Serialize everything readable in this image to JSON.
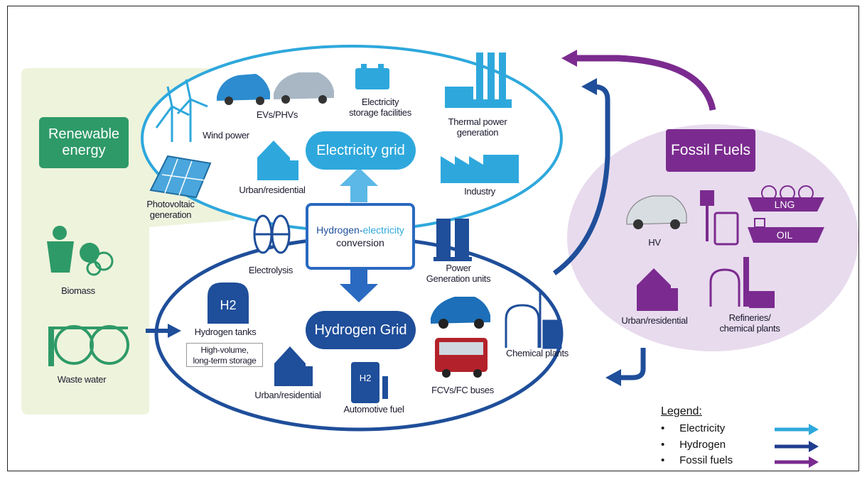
{
  "diagram": {
    "renewable": {
      "title_line1": "Renewable",
      "title_line2": "energy",
      "biomass": "Biomass",
      "waste_water": "Waste water",
      "photovoltaic_line1": "Photovoltaic",
      "photovoltaic_line2": "generation",
      "wind_power": "Wind power"
    },
    "electricity_grid": {
      "title": "Electricity grid",
      "evs": "EVs/PHVs",
      "storage_line1": "Electricity",
      "storage_line2": "storage facilities",
      "thermal_line1": "Thermal power",
      "thermal_line2": "generation",
      "urban": "Urban/residential",
      "industry": "Industry"
    },
    "conversion": {
      "title_part1": "Hydrogen-",
      "title_part2": "electricity",
      "title_line2": "conversion",
      "electrolysis": "Electrolysis",
      "power_units_line1": "Power",
      "power_units_line2": "Generation units"
    },
    "hydrogen_grid": {
      "title": "Hydrogen Grid",
      "tanks": "Hydrogen tanks",
      "storage_line1": "High-volume,",
      "storage_line2": "long-term storage",
      "urban": "Urban/residential",
      "automotive": "Automotive fuel",
      "fcvs": "FCVs/FC buses",
      "chemical": "Chemical plants",
      "h2_symbol": "H2"
    },
    "fossil": {
      "title": "Fossil Fuels",
      "hv": "HV",
      "lng": "LNG",
      "oil": "OIL",
      "urban": "Urban/residential",
      "refineries_line1": "Refineries/",
      "refineries_line2": "chemical plants"
    },
    "legend": {
      "title": "Legend:",
      "items": [
        {
          "label": "Electricity",
          "color": "#2ea8dc"
        },
        {
          "label": "Hydrogen",
          "color": "#1f3d8f"
        },
        {
          "label": "Fossil fuels",
          "color": "#7b2b8f"
        }
      ]
    },
    "colors": {
      "electricity": "#2ea8dc",
      "hydrogen": "#1f4e9a",
      "fossil": "#7b2b8f",
      "renewable_bg": "#eef3dc",
      "renewable_green": "#2e9a68",
      "fossil_bg": "#e9dcee"
    }
  }
}
